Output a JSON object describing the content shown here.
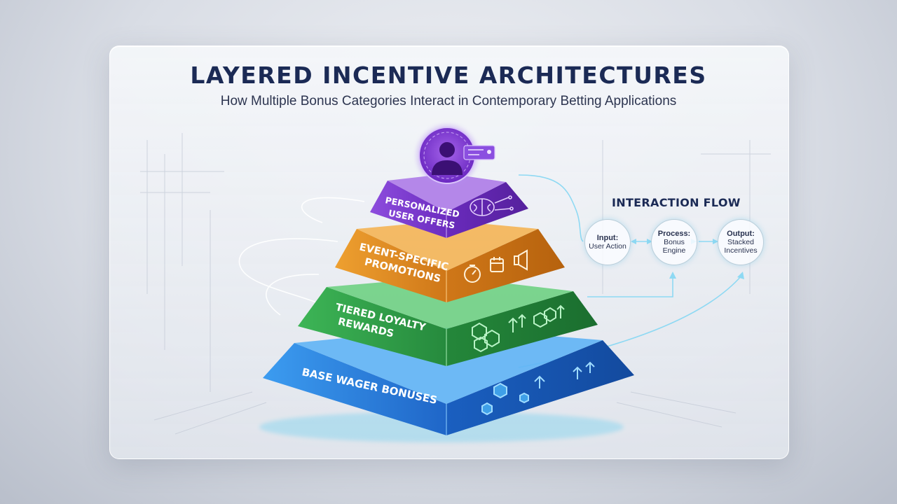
{
  "header": {
    "title": "LAYERED INCENTIVE ARCHITECTURES",
    "subtitle": "How Multiple Bonus Categories Interact in Contemporary Betting Applications"
  },
  "pyramid": {
    "layers": [
      {
        "id": "personalized",
        "lines": [
          "PERSONALIZED",
          "USER OFFERS"
        ],
        "color": "#7c3bd0",
        "icon": "brain-circuit-icon"
      },
      {
        "id": "event",
        "lines": [
          "EVENT-SPECIFIC",
          "PROMOTIONS"
        ],
        "color": "#e08a1e",
        "icon": "stopwatch-calendar-megaphone-icon"
      },
      {
        "id": "loyalty",
        "lines": [
          "TIERED LOYALTY",
          "REWARDS"
        ],
        "color": "#2f9e47",
        "icon": "hexagon-arrows-icon"
      },
      {
        "id": "base",
        "lines": [
          "BASE WAGER BONUSES"
        ],
        "color": "#2f86e0",
        "icon": "hexagon-arrow-icon"
      }
    ],
    "top_icon": "user-profile-icon"
  },
  "flow": {
    "title": "INTERACTION FLOW",
    "nodes": [
      {
        "head": "Input:",
        "body": "User Action"
      },
      {
        "head": "Process:",
        "body": "Bonus Engine"
      },
      {
        "head": "Output:",
        "body": "Stacked Incentives"
      }
    ]
  },
  "colors": {
    "title": "#1b2a55",
    "purple": "#7c3bd0",
    "orange": "#e08a1e",
    "green": "#2f9e47",
    "blue": "#2f86e0",
    "flow_line": "#7fd3ef"
  }
}
